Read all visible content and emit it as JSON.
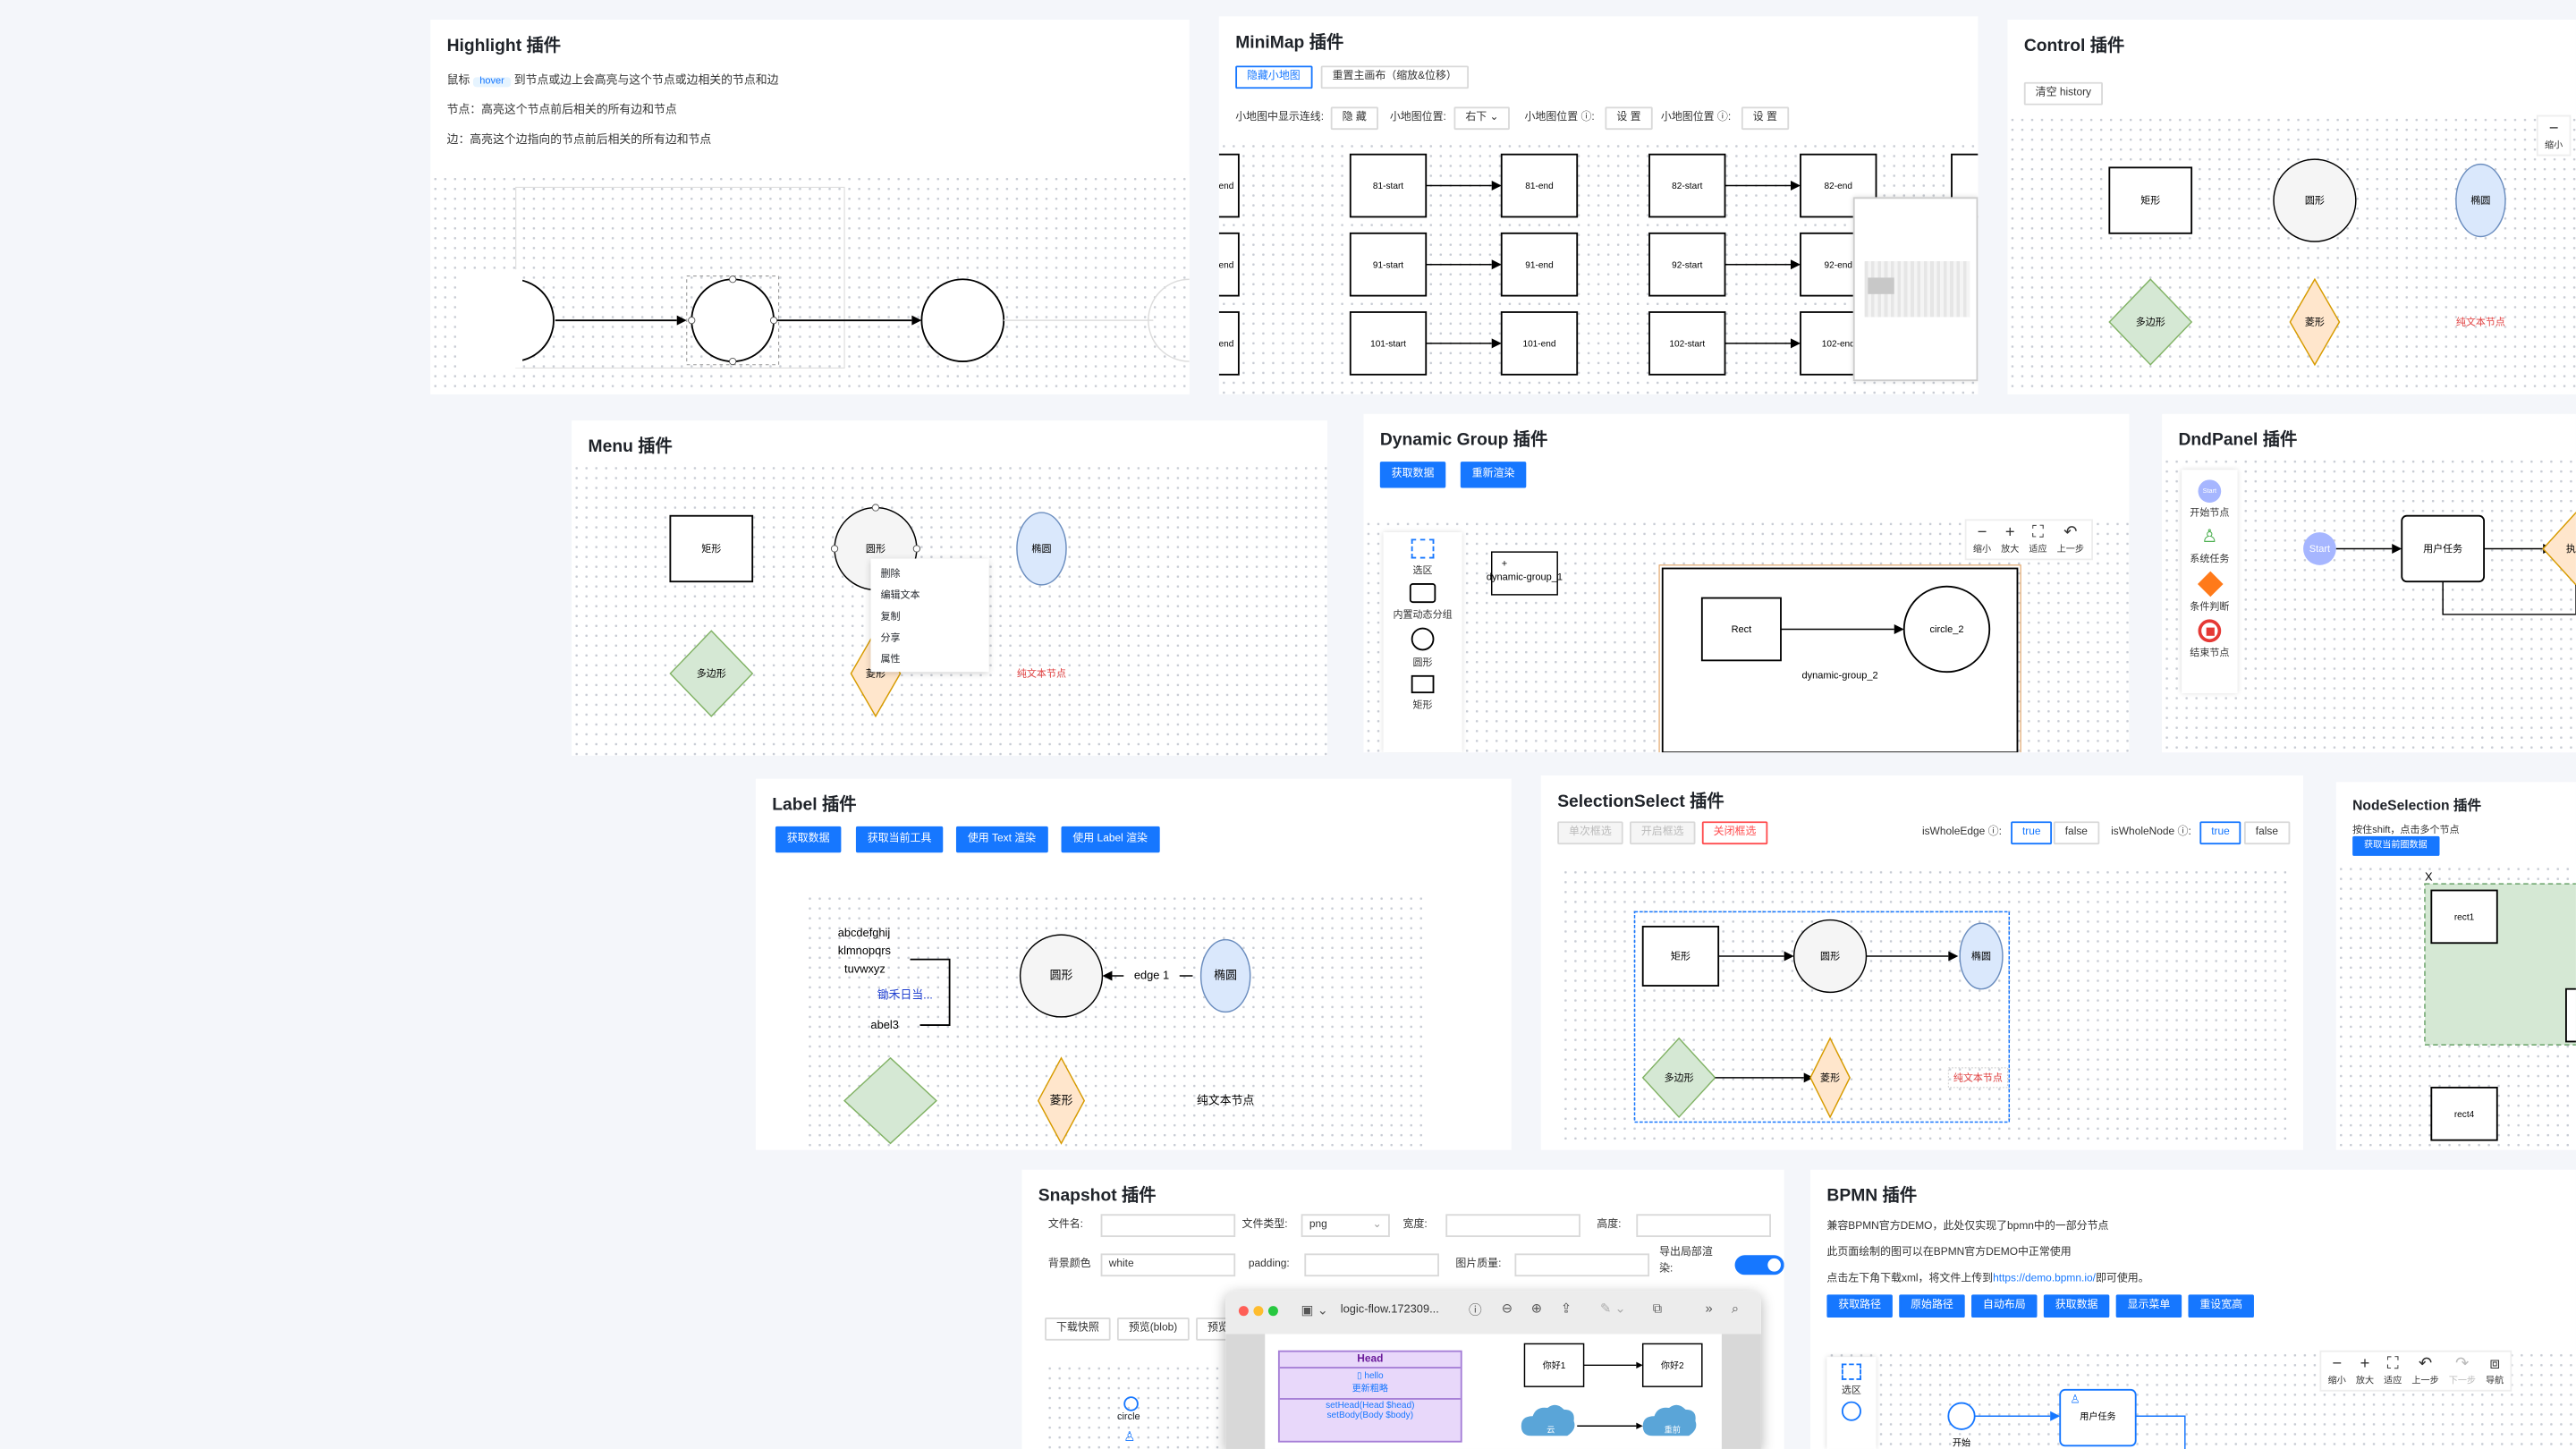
{
  "highlight": {
    "title": "Highlight 插件",
    "line1_prefix": "鼠标",
    "line1_tag": "hover",
    "line1_suffix": "到节点或边上会高亮与这个节点或边相关的节点和边",
    "line2": "节点：高亮这个节点前后相关的所有边和节点",
    "line3": "边：高亮这个边指向的节点前后相关的所有边和节点"
  },
  "minimap": {
    "title": "MiniMap 插件",
    "hide_btn": "隐藏小地图",
    "reset_btn": "重置主画布（缩放&位移）",
    "show_edge_label": "小地图中显示连线:",
    "show_edge_value": "隐 藏",
    "position_label": "小地图位置:",
    "position_value": "右下",
    "pos2_label": "小地图位置",
    "set1": "设 置",
    "pos3_label": "小地图位置",
    "set2": "设 置",
    "nodes": [
      "end",
      "81-start",
      "81-end",
      "82-start",
      "82-end",
      "end",
      "91-start",
      "91-end",
      "92-start",
      "92-end",
      "end",
      "101-start",
      "101-end",
      "102-start",
      "102-end"
    ]
  },
  "control": {
    "title": "Control 插件",
    "clear_btn": "清空 history",
    "zoom_out": "缩小",
    "rect": "矩形",
    "circle": "圆形",
    "ellipse": "椭圆",
    "polygon": "多边形",
    "diamond": "菱形",
    "text": "纯文本节点"
  },
  "menu": {
    "title": "Menu 插件",
    "rect": "矩形",
    "circle": "圆形",
    "ellipse": "椭圆",
    "polygon": "多边形",
    "diamond": "菱形",
    "text": "纯文本节点",
    "items": [
      "删除",
      "编辑文本",
      "复制",
      "分享",
      "属性"
    ]
  },
  "dyngroup": {
    "title": "Dynamic Group 插件",
    "get_btn": "获取数据",
    "rerender_btn": "重新渲染",
    "panel": [
      "选区",
      "内置动态分组",
      "圆形",
      "矩形"
    ],
    "controls": [
      "缩小",
      "放大",
      "适应",
      "上一步"
    ],
    "group1": "dynamic-group_1",
    "rect": "Rect",
    "circle": "circle_2",
    "group2": "dynamic-group_2"
  },
  "dndpanel": {
    "title": "DndPanel 插件",
    "items": [
      "开始节点",
      "系统任务",
      "条件判断",
      "结束节点"
    ],
    "start_icon": "Start",
    "start": "Start",
    "user_task": "用户任务",
    "exec": "执行"
  },
  "label": {
    "title": "Label 插件",
    "buttons": [
      "获取数据",
      "获取当前工具",
      "使用 Text 渲染",
      "使用 Label 渲染"
    ],
    "multiline": [
      "abcdefghij",
      "klmnopqrs",
      "tuvwxyz"
    ],
    "blue_text": "锄禾日当...",
    "label3": "abel3",
    "circle": "圆形",
    "edge": "edge 1",
    "ellipse": "椭圆",
    "diamond": "菱形",
    "text": "纯文本节点"
  },
  "selection": {
    "title": "SelectionSelect 插件",
    "btn_once": "单次框选",
    "btn_open": "开启框选",
    "btn_close": "关闭框选",
    "whole_edge": "isWholeEdge",
    "whole_node": "isWholeNode",
    "true_label": "true",
    "false_label": "false",
    "rect": "矩形",
    "circle": "圆形",
    "ellipse": "椭圆",
    "polygon": "多边形",
    "diamond": "菱形",
    "text": "纯文本节点"
  },
  "nodesel": {
    "title": "NodeSelection 插件",
    "hint": "按住shift，点击多个节点",
    "btn": "获取当前圈数据",
    "rect1": "rect1",
    "rect4": "rect4",
    "x": "X"
  },
  "snapshot": {
    "title": "Snapshot 插件",
    "filename_label": "文件名:",
    "filetype_label": "文件类型:",
    "filetype_value": "png",
    "width_label": "宽度:",
    "height_label": "高度:",
    "bg_label": "背景颜色",
    "bg_value": "white",
    "padding_label": "padding:",
    "quality_label": "图片质量:",
    "export_label": "导出局部渲染:",
    "download_btn": "下载快照",
    "preview_blob_btn": "预览(blob)",
    "preview_btn": "预览",
    "window_title": "logic-flow.172309...",
    "circle": "circle",
    "head": "Head",
    "hello": "hello",
    "subtitle": "更新粗略",
    "set_head": "setHead(Head $head)",
    "set_body": "setBody(Body $body)",
    "role1": "你好1",
    "role2": "你好2",
    "cloud1": "云",
    "cloud2": "重前"
  },
  "bpmn": {
    "title": "BPMN 插件",
    "line1": "兼容BPMN官方DEMO，此处仅实现了bpmn中的一部分节点",
    "line2": "此页面绘制的图可以在BPMN官方DEMO中正常使用",
    "line3_prefix": "点击左下角下载xml，将文件上传到",
    "line3_link": "https://demo.bpmn.io/",
    "line3_suffix": "即可使用。",
    "buttons": [
      "获取路径",
      "原始路径",
      "自动布局",
      "获取数据",
      "显示菜单",
      "重设宽高"
    ],
    "controls": [
      "缩小",
      "放大",
      "适应",
      "上一步",
      "下一步",
      "导航"
    ],
    "select": "选区",
    "start": "开始",
    "user_task": "用户任务"
  }
}
